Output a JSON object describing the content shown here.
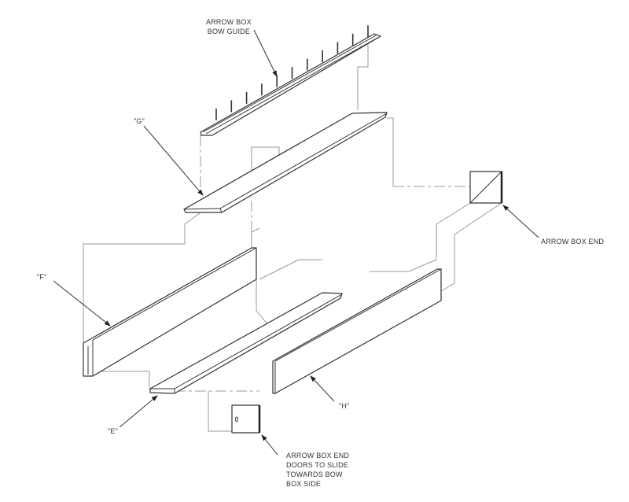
{
  "labels": {
    "bow_guide": [
      "ARROW BOX",
      "BOW GUIDE"
    ],
    "g": "\"G\"",
    "f": "\"F\"",
    "e": "\"E\"",
    "h": "\"H\"",
    "arrow_box_end": "ARROW BOX END",
    "arrow_box_end_doors": [
      "ARROW BOX END",
      "DOORS TO SLIDE",
      "TOWARDS BOW",
      "BOX SIDE"
    ]
  }
}
